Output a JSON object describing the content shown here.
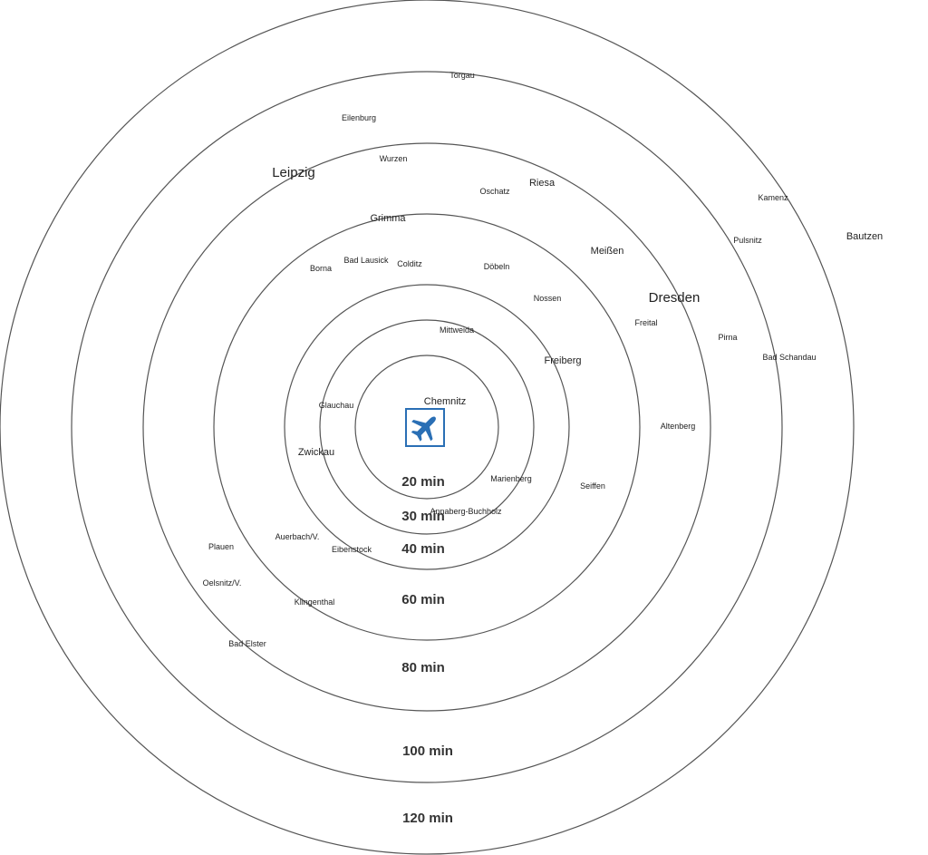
{
  "center": {
    "city": "Chemnitz",
    "icon": "airplane-icon",
    "icon_color": "#2a6fb5"
  },
  "rings": [
    {
      "id": "20",
      "label": "20 min"
    },
    {
      "id": "30",
      "label": "30 min"
    },
    {
      "id": "40",
      "label": "40 min"
    },
    {
      "id": "60",
      "label": "60 min"
    },
    {
      "id": "80",
      "label": "80 min"
    },
    {
      "id": "100",
      "label": "100 min"
    },
    {
      "id": "120",
      "label": "120 min"
    }
  ],
  "cities": [
    {
      "id": "torgau",
      "name": "Torgau"
    },
    {
      "id": "eilenburg",
      "name": "Eilenburg"
    },
    {
      "id": "leipzig",
      "name": "Leipzig"
    },
    {
      "id": "wurzen",
      "name": "Wurzen"
    },
    {
      "id": "oschatz",
      "name": "Oschatz"
    },
    {
      "id": "riesa",
      "name": "Riesa"
    },
    {
      "id": "kamenz",
      "name": "Kamenz"
    },
    {
      "id": "bautzen",
      "name": "Bautzen"
    },
    {
      "id": "pulsnitz",
      "name": "Pulsnitz"
    },
    {
      "id": "grimma",
      "name": "Grimma"
    },
    {
      "id": "meissen",
      "name": "Meißen"
    },
    {
      "id": "borna",
      "name": "Borna"
    },
    {
      "id": "bad-lausick",
      "name": "Bad Lausick"
    },
    {
      "id": "colditz",
      "name": "Colditz"
    },
    {
      "id": "doebeln",
      "name": "Döbeln"
    },
    {
      "id": "nossen",
      "name": "Nossen"
    },
    {
      "id": "dresden",
      "name": "Dresden"
    },
    {
      "id": "freital",
      "name": "Freital"
    },
    {
      "id": "pirna",
      "name": "Pirna"
    },
    {
      "id": "bad-schandau",
      "name": "Bad Schandau"
    },
    {
      "id": "mittweida",
      "name": "Mittweida"
    },
    {
      "id": "freiberg",
      "name": "Freiberg"
    },
    {
      "id": "glauchau",
      "name": "Glauchau"
    },
    {
      "id": "altenberg",
      "name": "Altenberg"
    },
    {
      "id": "zwickau",
      "name": "Zwickau"
    },
    {
      "id": "marienberg",
      "name": "Marienberg"
    },
    {
      "id": "seiffen",
      "name": "Seiffen"
    },
    {
      "id": "annaberg",
      "name": "Annaberg-Buchholz"
    },
    {
      "id": "auerbach",
      "name": "Auerbach/V."
    },
    {
      "id": "plauen",
      "name": "Plauen"
    },
    {
      "id": "eibenstock",
      "name": "Eibenstock"
    },
    {
      "id": "oelsnitz",
      "name": "Oelsnitz/V."
    },
    {
      "id": "klingenthal",
      "name": "Klingenthal"
    },
    {
      "id": "bad-elster",
      "name": "Bad Elster"
    }
  ]
}
